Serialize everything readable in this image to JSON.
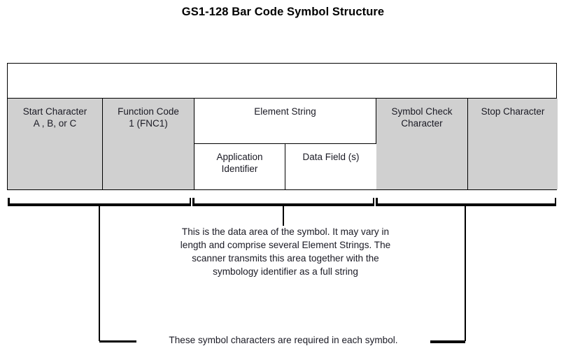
{
  "page": {
    "title": "GS1-128 Bar Code Symbol Structure",
    "background_color": "#ffffff",
    "cell_fill_gray": "#d0d0d0",
    "line_color": "#000000"
  },
  "table": {
    "top_row_label": "",
    "columns": [
      {
        "id": "start-character",
        "label": "Start Character\nA , B, or C",
        "fill": "gray"
      },
      {
        "id": "function-code-1",
        "label": "Function Code\n1 (FNC1)",
        "fill": "gray"
      },
      {
        "id": "element-string",
        "label": "Element String",
        "fill": "white"
      },
      {
        "id": "symbol-check-character",
        "label": "Symbol Check\nCharacter",
        "fill": "gray"
      },
      {
        "id": "stop-character",
        "label": "Stop Character",
        "fill": "gray"
      }
    ],
    "start_character": {
      "line1": "Start Character",
      "line2": "A , B, or C"
    },
    "function_code": {
      "line1": "Function Code",
      "line2": "1 (FNC1)"
    },
    "element_string": {
      "title": "Element String",
      "sub_columns": [
        {
          "id": "application-identifier",
          "line1": "Application",
          "line2": "Identifier"
        },
        {
          "id": "data-field",
          "line1": "Data Field (s)",
          "line2": ""
        }
      ]
    },
    "symbol_check_character": {
      "line1": "Symbol Check",
      "line2": "Character"
    },
    "stop_character": {
      "line1": "Stop Character",
      "line2": ""
    }
  },
  "annotations": {
    "data_area_note": "This is the data area of the symbol. It may vary in length and comprise several Element Strings. The scanner transmits this area together with the symbology identifier as a full string",
    "required_characters_note": "These symbol characters are required in each symbol."
  },
  "brackets": [
    {
      "id": "bracket-left",
      "spans": "Start Character through Function Code"
    },
    {
      "id": "bracket-middle",
      "spans": "Element String"
    },
    {
      "id": "bracket-right",
      "spans": "Symbol Check Character through Stop Character"
    }
  ]
}
